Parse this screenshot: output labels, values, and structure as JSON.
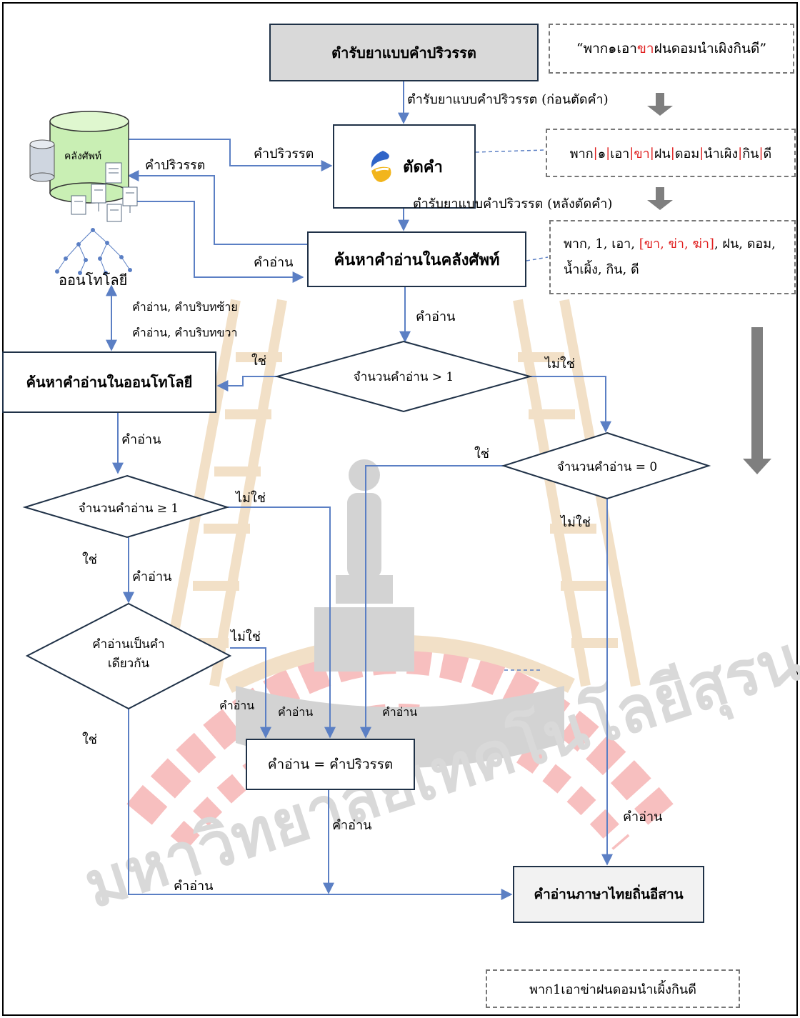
{
  "nodes": {
    "formula_box": "ตำรับยาแบบคำปริวรรต",
    "segment_box": "ตัดคำ",
    "search_corpus": "ค้นหาคำอ่านในคลังศัพท์",
    "search_ontology": "ค้นหาคำอ่านในออนโทโลยี",
    "diamond_gt1": "จำนวนคำอ่าน > 1",
    "diamond_eq0": "จำนวนคำอ่าน = 0",
    "diamond_ge1": "จำนวนคำอ่าน ≥ 1",
    "diamond_same_line1": "คำอ่านเป็นคำ",
    "diamond_same_line2": "เดียวกัน",
    "assign_box": "คำอ่าน = คำปริวรรต",
    "result_box": "คำอ่านภาษาไทยถิ่นอีสาน",
    "corpus_db": "คลังศัพท์",
    "ontology": "ออนโทโลยี"
  },
  "notes": {
    "input_example": {
      "open": "“พาก๑เอา",
      "highlight": "ขา",
      "close": "ฝนดอมนำเผิงกินดี”"
    },
    "segment_example": {
      "t1": "พาก",
      "s1": "|",
      "t2": "๑",
      "s2": "|",
      "t3": "เอา",
      "s3": "|",
      "t4": "ขา",
      "s4": "|",
      "t5": "ฝน",
      "s5": "|",
      "t6": "ดอม",
      "s6": "|",
      "t7": "นำเผิง",
      "s7": "|",
      "t8": "กิน",
      "s8": "|",
      "t9": "ดี"
    },
    "lookup_example": {
      "line1_start": "พาก, 1, เอา, ",
      "line1_highlight": "[ขา, ข่า, ฆ่า]",
      "line1_end": ", ฝน, ดอม,",
      "line2": "น้ำเผิ้ง, กิน, ดี"
    },
    "output_example": "พาก1เอาข่าฝนดอมนำเผิ้งกินดี"
  },
  "edge_labels": {
    "formula_before": "ตำรับยาแบบคำปริวรรต (ก่อนตัดคำ)",
    "formula_after": "ตำรับยาแบบคำปริวรรต (หลังตัดคำ)",
    "pariwat_to_segment": "คำปริวรรต",
    "pariwat_to_db": "คำปริวรรต",
    "reading_to_search": "คำอ่าน",
    "reading_after_search": "คำอ่าน",
    "context_left": "คำอ่าน, คำบริบทซ้าย",
    "context_right": "คำอ่าน, คำบริบทขวา",
    "yes_gt1": "ใช่",
    "no_gt1": "ไม่ใช่",
    "reading_after_ontology": "คำอ่าน",
    "yes_eq0": "ใช่",
    "no_eq0": "ไม่ใช่",
    "no_ge1": "ไม่ใช่",
    "yes_ge1": "ใช่",
    "reading_after_ge1": "คำอ่าน",
    "no_same": "ไม่ใช่",
    "yes_same": "ใช่",
    "reading_a": "คำอ่าน",
    "reading_b": "คำอ่าน",
    "reading_c": "คำอ่าน",
    "reading_after_assign": "คำอ่าน",
    "reading_right": "คำอ่าน",
    "reading_bottom": "คำอ่าน"
  },
  "watermark_text": "มหาวิทยาลัยเทคโนโลยีสุรนารี",
  "colors": {
    "arrow": "#5b7fc4",
    "box_border": "#1f3147",
    "highlight": "#e02020",
    "watermark_red": "#f28c8c",
    "watermark_gold": "#e8c89a",
    "watermark_gray": "#b0b0b0"
  }
}
